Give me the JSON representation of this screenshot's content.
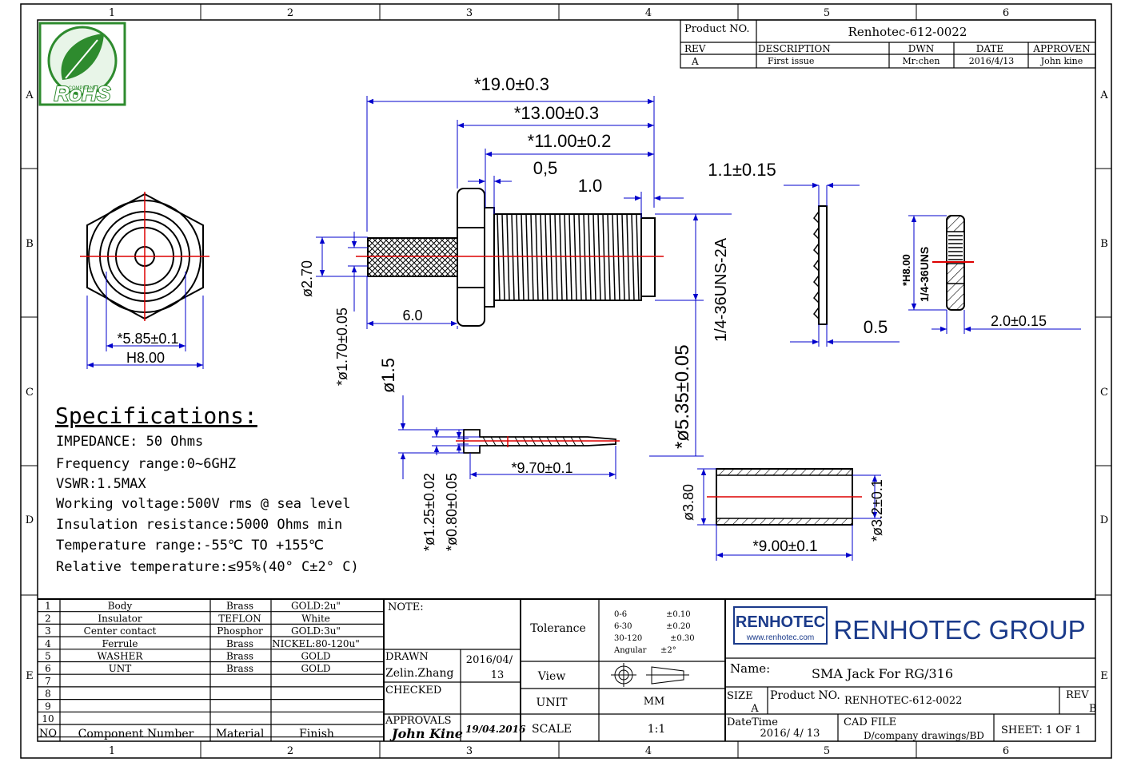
{
  "grid": {
    "cols": [
      "1",
      "2",
      "3",
      "4",
      "5",
      "6"
    ],
    "rows": [
      "A",
      "B",
      "C",
      "D",
      "E"
    ]
  },
  "rohs": {
    "label": "RoHS",
    "ring_text": "COMPLIANT"
  },
  "title_block": {
    "product_no_label": "Product NO.",
    "product_no": "Renhotec-612-0022",
    "headers": [
      "REV",
      "DESCRIPTION",
      "DWN",
      "DATE",
      "APPROVEN"
    ],
    "row": [
      "A",
      "First issue",
      "Mr:chen",
      "2016/4/13",
      "John kine"
    ]
  },
  "dims": {
    "d19": "*19.0±0.3",
    "d13": "*13.00±0.3",
    "d11": "*11.00±0.2",
    "d05a": "0,5",
    "d10": "1.0",
    "d11w": "1.1±0.15",
    "d270": "ø2.70",
    "d170": "*ø1.70±0.05",
    "d60": "6.0",
    "d15": "ø1.5",
    "d535": "*ø5.35±0.05",
    "thread": "1/4-36UNS-2A",
    "d05b": "0.5",
    "h8a": "*H8.00",
    "uns": "1/4-36UNS",
    "d20": "2.0±0.15",
    "d585": "*5.85±0.1",
    "h8b": "H8.00",
    "d125": "*ø1.25±0.02",
    "d080": "*ø0.80±0.05",
    "d970": "*9.70±0.1",
    "d380": "ø3.80",
    "d900": "*9.00±0.1",
    "d32": "*ø3.2±0.1"
  },
  "specs": {
    "title": "Specifications:",
    "lines": [
      "IMPEDANCE: 50 Ohms",
      "Frequency range:0~6GHZ",
      "VSWR:1.5MAX",
      "Working voltage:500V rms @ sea level",
      "Insulation resistance:5000 Ohms min",
      "Temperature range:-55℃ TO +155℃",
      "Relative temperature:≤95%(40° C±2° C)"
    ]
  },
  "bom": {
    "rows": [
      [
        "1",
        "Body",
        "Brass",
        "GOLD:2u\""
      ],
      [
        "2",
        "Insulator",
        "TEFLON",
        "White"
      ],
      [
        "3",
        "Center contact",
        "Phosphor",
        "GOLD:3u\""
      ],
      [
        "4",
        "Ferrule",
        "Brass",
        "NICKEL:80-120u\""
      ],
      [
        "5",
        "WASHER",
        "Brass",
        "GOLD"
      ],
      [
        "6",
        "UNT",
        "Brass",
        "GOLD"
      ],
      [
        "7",
        "",
        "",
        ""
      ],
      [
        "8",
        "",
        "",
        ""
      ],
      [
        "9",
        "",
        "",
        ""
      ],
      [
        "10",
        "",
        "",
        ""
      ]
    ],
    "header": [
      "NO",
      "Component Number",
      "Material",
      "Finish"
    ]
  },
  "info": {
    "note_label": "NOTE:",
    "drawn_label": "DRAWN",
    "drawn_name": "Zelin.Zhang",
    "drawn_date1": "2016/04/",
    "drawn_date2": "13",
    "checked_label": "CHECKED",
    "approvals_label": "APPROVALS",
    "approvals_sign": "John Kine",
    "approvals_date": "19/04.2016",
    "tolerance_label": "Tolerance",
    "tol": [
      [
        "0-6",
        "±0.10"
      ],
      [
        "6-30",
        "±0.20"
      ],
      [
        "30-120",
        "±0.30"
      ],
      [
        "Angular",
        "±2°"
      ]
    ],
    "view_label": "View",
    "unit_label": "UNIT",
    "unit_value": "MM",
    "scale_label": "SCALE",
    "scale_value": "1:1",
    "logo_text": "RENHOTEC",
    "logo_url": "www.renhotec.com",
    "group_text": "RENHOTEC GROUP",
    "name_label": "Name:",
    "name_value": "SMA Jack  For RG/316",
    "size_label": "SIZE",
    "size_value": "A",
    "pn_label": "Product NO.",
    "pn_value": "RENHOTEC-612-0022",
    "rev_label": "REV",
    "rev_value": "B",
    "datetime_label": "DateTime",
    "datetime_value": "2016/ 4/ 13",
    "cad_label": "CAD FILE",
    "cad_value": "D/company drawings/BD",
    "sheet_text": "SHEET:  1 OF 1"
  },
  "colors": {
    "line": "#000000",
    "dim": "#0000cc",
    "center": "#dd0000",
    "green": "#2e8b2e"
  }
}
